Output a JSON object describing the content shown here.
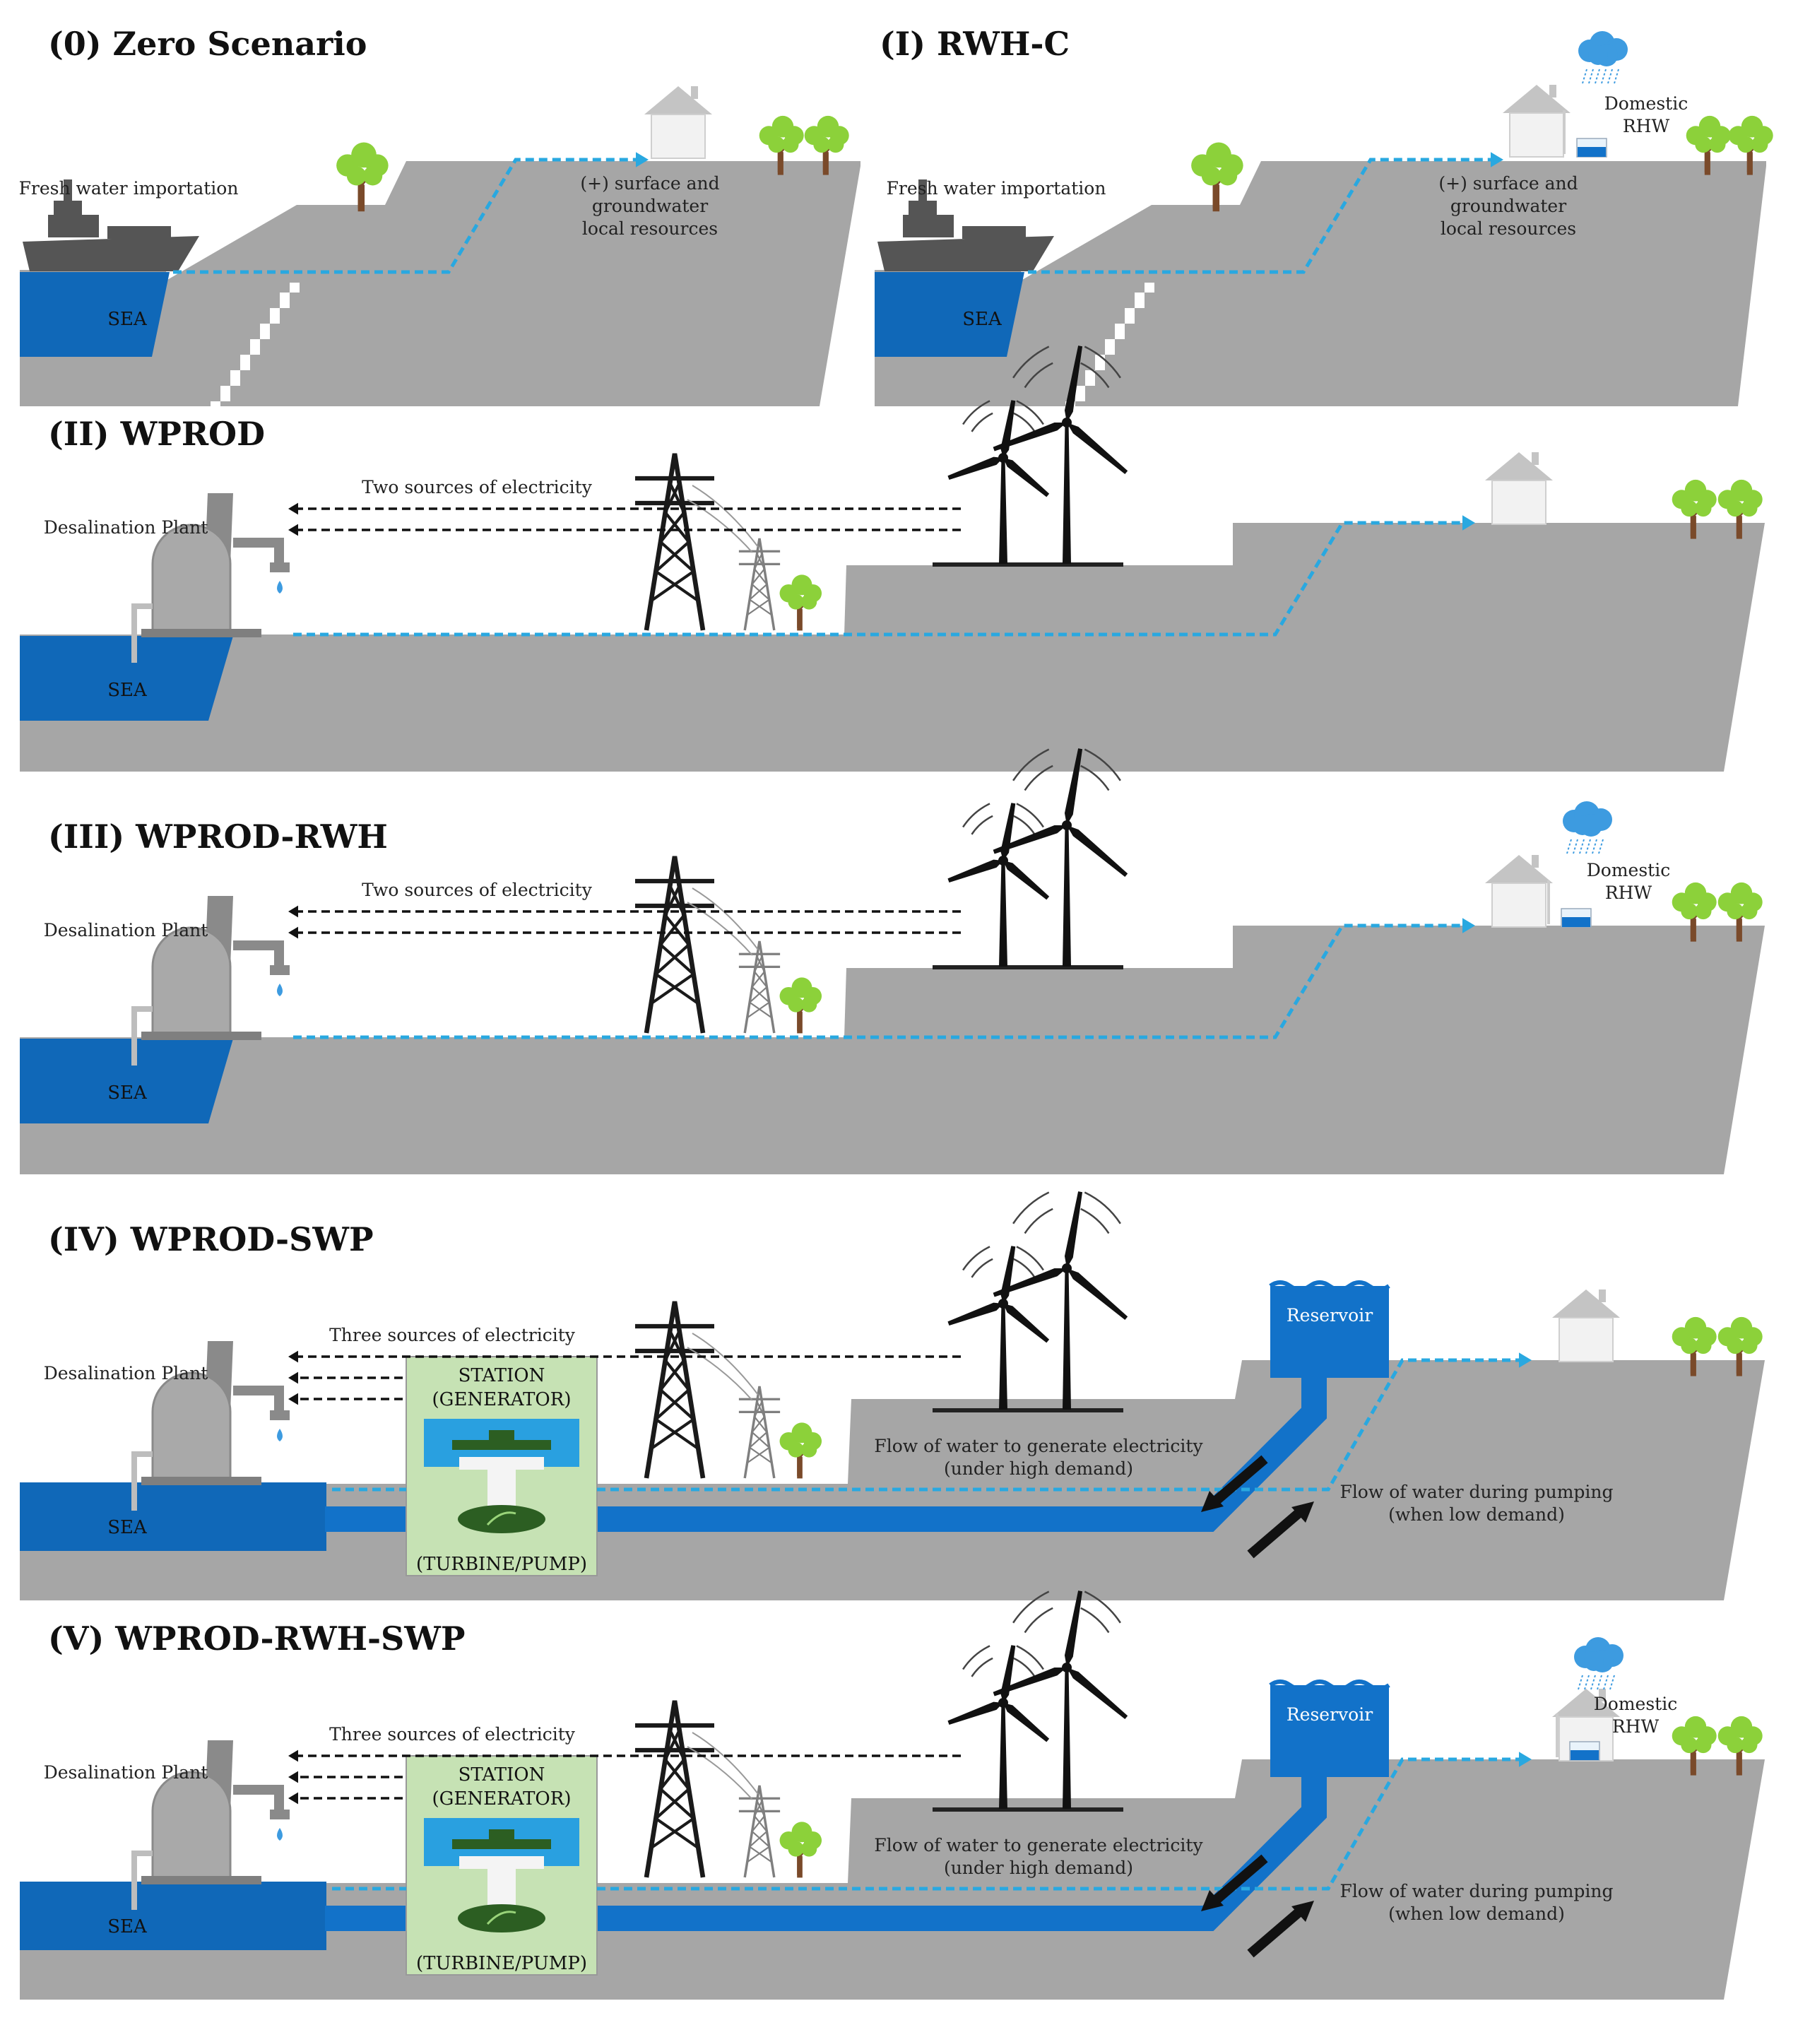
{
  "colors": {
    "ground": "#a6a6a6",
    "sea": "#1068b8",
    "pipe": "#1272c9",
    "flow_dash": "#29a8e0",
    "tree": "#8cd13a",
    "trunk": "#7a4a2a",
    "house": "#f2f2f2",
    "house_roof": "#c4c4c4",
    "ship": "#555555",
    "plant": "#8a8a8a",
    "station_bg": "#c6e2b4",
    "cloud": "#3d9be0",
    "arrow_dark": "#111111"
  },
  "panels": [
    {
      "id": "zero",
      "title": "(0) Zero Scenario",
      "sea_label": "SEA",
      "ship_label": "Fresh water importation",
      "resources_label": [
        "(+) surface and",
        "groundwater",
        "local resources"
      ]
    },
    {
      "id": "rwhc",
      "title": "(I) RWH-C",
      "sea_label": "SEA",
      "ship_label": "Fresh water importation",
      "resources_label": [
        "(+) surface and",
        "groundwater",
        "local resources"
      ],
      "rwh_label": [
        "Domestic",
        "RHW"
      ]
    },
    {
      "id": "wprod",
      "title": "(II) WPROD",
      "sea_label": "SEA",
      "plant_label": "Desalination Plant",
      "electricity_label": "Two sources of electricity"
    },
    {
      "id": "wprodrwh",
      "title": "(III) WPROD-RWH",
      "sea_label": "SEA",
      "plant_label": "Desalination Plant",
      "electricity_label": "Two sources of electricity",
      "rwh_label": [
        "Domestic",
        "RHW"
      ]
    },
    {
      "id": "wprodswp",
      "title": "(IV) WPROD-SWP",
      "sea_label": "SEA",
      "plant_label": "Desalination Plant",
      "electricity_label": "Three sources of electricity",
      "station_label": [
        "STATION",
        "(GENERATOR)"
      ],
      "turbine_label": "(TURBINE/PUMP)",
      "reservoir_label": "Reservoir",
      "gen_flow_label": [
        "Flow of water to generate electricity",
        "(under high demand)"
      ],
      "pump_flow_label": [
        "Flow of water during pumping",
        "(when low demand)"
      ]
    },
    {
      "id": "wprodrwhswp",
      "title": "(V) WPROD-RWH-SWP",
      "sea_label": "SEA",
      "plant_label": "Desalination Plant",
      "electricity_label": "Three sources of electricity",
      "station_label": [
        "STATION",
        "(GENERATOR)"
      ],
      "turbine_label": "(TURBINE/PUMP)",
      "reservoir_label": "Reservoir",
      "gen_flow_label": [
        "Flow of water to generate electricity",
        "(under high demand)"
      ],
      "pump_flow_label": [
        "Flow of water during pumping",
        "(when low demand)"
      ],
      "rwh_label": [
        "Domestic",
        "RHW"
      ]
    }
  ]
}
